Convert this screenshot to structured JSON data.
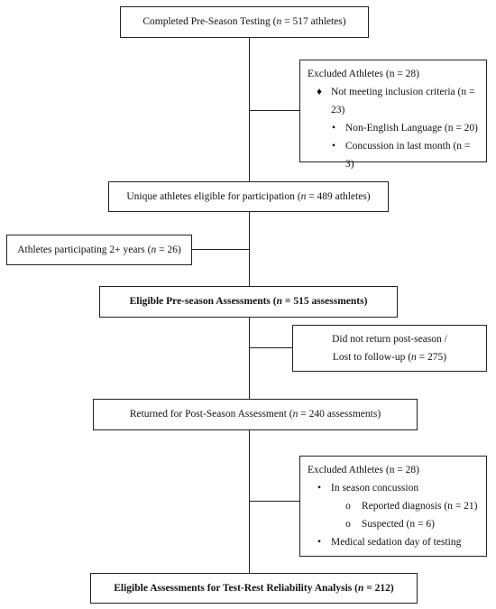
{
  "boxes": {
    "completed": {
      "pre": "Completed Pre-Season Testing (",
      "n": "n",
      "post": " = 517 athletes)"
    },
    "excluded1": {
      "title": "Excluded Athletes (n = 28)",
      "items": [
        {
          "marker": "♦",
          "text": "Not meeting inclusion criteria (n =",
          "cont": "23)"
        },
        {
          "marker": "•",
          "text": "Non-English Language (n = 20)"
        },
        {
          "marker": "•",
          "text": "Concussion in last month (n = 3)"
        }
      ]
    },
    "unique": {
      "pre": "Unique athletes eligible for participation (",
      "n": "n",
      "post": " = 489 athletes)"
    },
    "multi": {
      "pre": "Athletes participating 2+ years (",
      "n": "n",
      "post": " = 26)"
    },
    "eligible_pre": {
      "pre": "Eligible Pre-season Assessments (",
      "n": "n",
      "post": " = 515 assessments)"
    },
    "lost": {
      "line1": "Did not return post-season /",
      "line2_pre": "Lost to follow-up (",
      "n": "n",
      "line2_post": " = 275)"
    },
    "returned": {
      "pre": "Returned for Post-Season Assessment (",
      "n": "n",
      "post": " = 240 assessments)"
    },
    "excluded2": {
      "title": "Excluded Athletes (n = 28)",
      "items": [
        {
          "marker": "•",
          "text": "In season concussion"
        },
        {
          "marker": "o",
          "text": "Reported diagnosis (n = 21)"
        },
        {
          "marker": "o",
          "text": "Suspected (n = 6)"
        },
        {
          "marker": "•",
          "text": "Medical sedation day of testing"
        }
      ]
    },
    "final": {
      "pre": "Eligible Assessments for Test-Rest Reliability Analysis (",
      "n": "n",
      "post": " = 212)"
    }
  }
}
